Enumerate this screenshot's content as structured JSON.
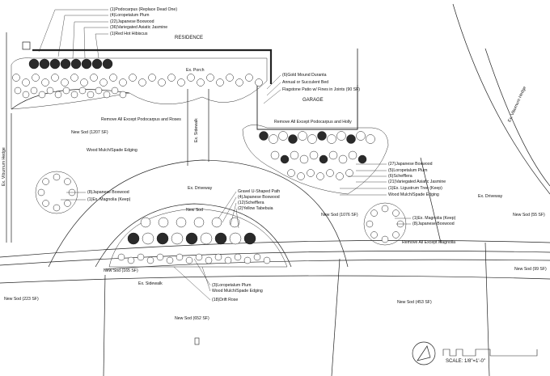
{
  "labels": {
    "podocarpus_replace": "(1)Podocarpus (Replace Dead One)",
    "loropetalum_top": "(4)Loropetalum Plum",
    "boxwood_top": "(22)Japanese Boxwood",
    "jasmine_top": "(36)Variegated Asiatic Jasmine",
    "hibiscus": "(1)Red Hot Hibiscus",
    "residence": "RESIDENCE",
    "porch": "Ex. Porch",
    "duranta": "(6)Gold Mound Duranta",
    "annual_bed": "Annual or Succulent Bed",
    "flagstone": "Flagstone Patio w/ Fines in Joints (90 SF)",
    "garage": "GARAGE",
    "remove_podo_roses": "Remove All Except Podocarpus and Roses",
    "remove_podo_holly": "Remove All Except Podocarpus and Holly",
    "sod_1207": "New Sod (1207 SF)",
    "mulch_left": "Wood Mulch/Spade Edging",
    "sidewalk_vert": "Ex. Sidewalk",
    "viburnum_left": "Ex. Viburnum Hedge",
    "viburnum_right": "Ex. Viburnum Hedge",
    "boxwood_left": "(8)Japanese Boxwood",
    "magnolia_left": "(1)Ex. Magnolia (Keep)",
    "driveway_center": "Ex. Driveway",
    "gravel": "Gravel U-Shaped Path",
    "boxwood_center": "(4)Japanese Boxwood",
    "schefflera_center": "(12)Schefflera",
    "tabebuia": "(2)Yellow Tabebuia",
    "sod_small": "New Sod",
    "boxwood_right": "(27)Japanese Boxwood",
    "loropetalum_right": "(5)Loropetalum Plum",
    "schefflera_right": "(6)Schefflera",
    "jasmine_right": "(21)Variegated Asiatic Jasmine",
    "ligustrum": "(1)Ex. Ligustrum Tree (Keep)",
    "mulch_right": "Wood Mulch/Spade Edging",
    "driveway_right": "Ex. Driveway",
    "sod_1076": "New Sod (1076 SF)",
    "magnolia_right": "(1)Ex. Magnolia (Keep)",
    "boxwood_right2": "(8)Japanese Boxwood",
    "remove_magnolia": "Remove All Except Magnolia",
    "sod_55": "New Sod (55 SF)",
    "sod_99": "New Sod (99 SF)",
    "sod_165": "New Sod (165 SF)",
    "sidewalk_bottom": "Ex. Sidewalk",
    "loropetalum_bottom": "(3)Loropetalum Plum",
    "mulch_bottom": "Wood Mulch/Spade Edging",
    "drift_rose": "(18)Drift Rose",
    "sod_223": "New Sod (223 SF)",
    "sod_453": "New Sod (453 SF)",
    "sod_652": "New Sod (652 SF)",
    "scale": "SCALE: 1/8\"=1'-0\""
  }
}
